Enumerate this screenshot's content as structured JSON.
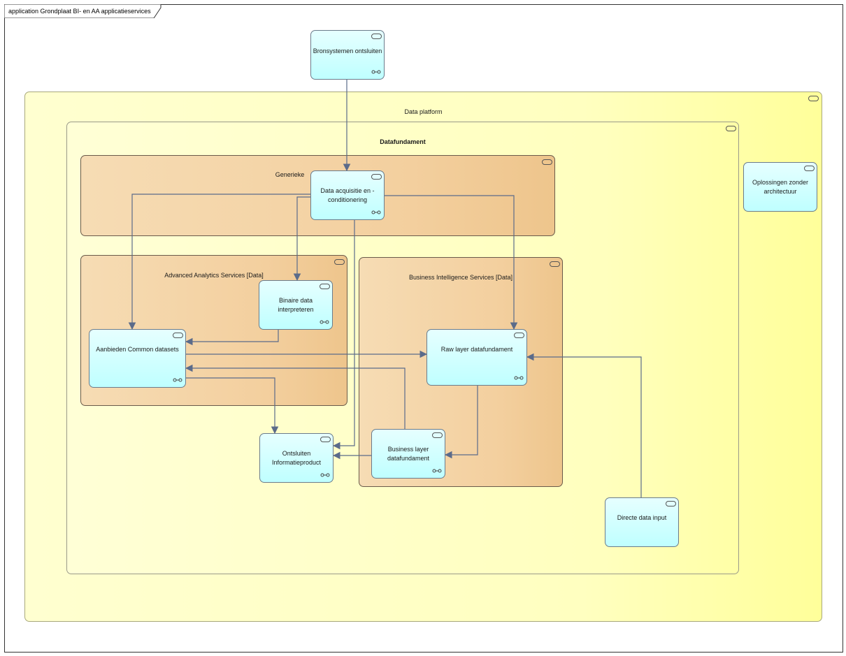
{
  "diagram": {
    "frame_title": "application Grondplaat BI- en AA applicatieservices",
    "nodes": {
      "bronsystemen": {
        "label": "Bronsystemen ontsluiten"
      },
      "data_platform": {
        "label": "Data platform"
      },
      "datafundament": {
        "label": "Datafundament"
      },
      "generieke": {
        "label": "Generieke"
      },
      "data_acquisitie": {
        "label": "Data acquisitie en - conditionering"
      },
      "aa_services": {
        "label": "Advanced Analytics Services [Data]"
      },
      "binaire": {
        "label": "Binaire data interpreteren"
      },
      "aanbieden": {
        "label": "Aanbieden Common datasets"
      },
      "bi_services": {
        "label": "Business Intelligence Services [Data]"
      },
      "raw_layer": {
        "label": "Raw layer datafundament"
      },
      "business_layer": {
        "label": "Business layer datafundament"
      },
      "ontsluiten": {
        "label": "Ontsluiten Informatieproduct"
      },
      "oplossingen": {
        "label": "Oplossingen zonder architectuur"
      },
      "directe": {
        "label": "Directe data input"
      }
    }
  },
  "colors": {
    "platform": "#ffffc0",
    "group_orange": "#f3cf9e",
    "service": "#bfffff",
    "connector": "#5b6b8a"
  }
}
